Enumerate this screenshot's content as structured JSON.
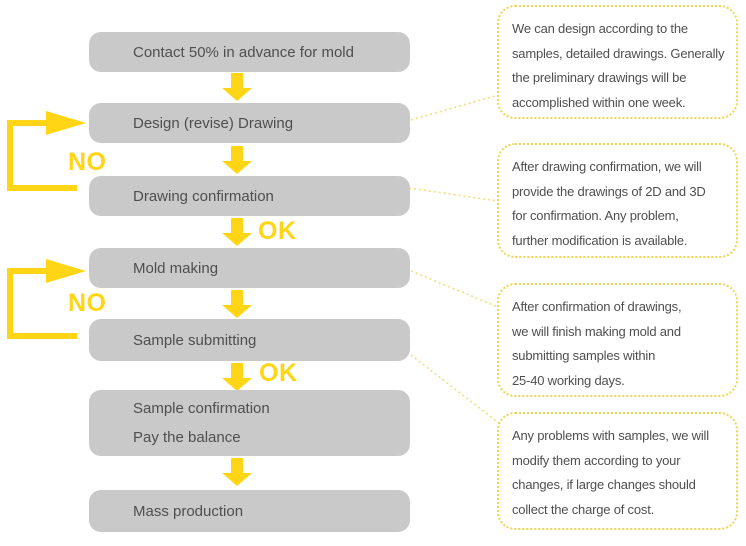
{
  "colors": {
    "box-bg": "#c9c9c9",
    "box-text": "#4f4f4f",
    "accent-yellow": "#ffd515",
    "note-border": "#f0d44f",
    "note-text": "#4f4f4f",
    "connector-yellow": "#f3de77",
    "page-bg": "#ffffff"
  },
  "flow": {
    "steps": [
      {
        "id": "contact-advance",
        "lines": [
          "Contact 50% in advance for mold"
        ]
      },
      {
        "id": "design-drawing",
        "lines": [
          "Design (revise) Drawing"
        ]
      },
      {
        "id": "drawing-confirmation",
        "lines": [
          "Drawing confirmation"
        ]
      },
      {
        "id": "mold-making",
        "lines": [
          "Mold making"
        ]
      },
      {
        "id": "sample-submitting",
        "lines": [
          "Sample submitting"
        ]
      },
      {
        "id": "sample-confirmation",
        "lines": [
          "Sample confirmation",
          "Pay the balance"
        ]
      },
      {
        "id": "mass-production",
        "lines": [
          "Mass production"
        ]
      }
    ],
    "decision_labels": [
      {
        "id": "no-drawing",
        "text": "NO"
      },
      {
        "id": "ok-drawing",
        "text": "OK"
      },
      {
        "id": "no-sample",
        "text": "NO"
      },
      {
        "id": "ok-sample",
        "text": "OK"
      }
    ]
  },
  "notes": [
    {
      "lines": [
        "We can design according to the",
        "samples, detailed drawings. Generally",
        "the preliminary drawings will be",
        "accomplished within one week."
      ]
    },
    {
      "lines": [
        "After drawing confirmation, we will",
        "provide the drawings of 2D and 3D",
        "for confirmation. Any problem,",
        "further modification is available."
      ]
    },
    {
      "lines": [
        "After confirmation of drawings,",
        "we will finish making mold and",
        "submitting samples within",
        "25-40 working days."
      ]
    },
    {
      "lines": [
        "Any problems with samples, we will",
        "modify them according to your",
        "changes, if large changes should",
        "collect the charge of cost."
      ]
    }
  ]
}
